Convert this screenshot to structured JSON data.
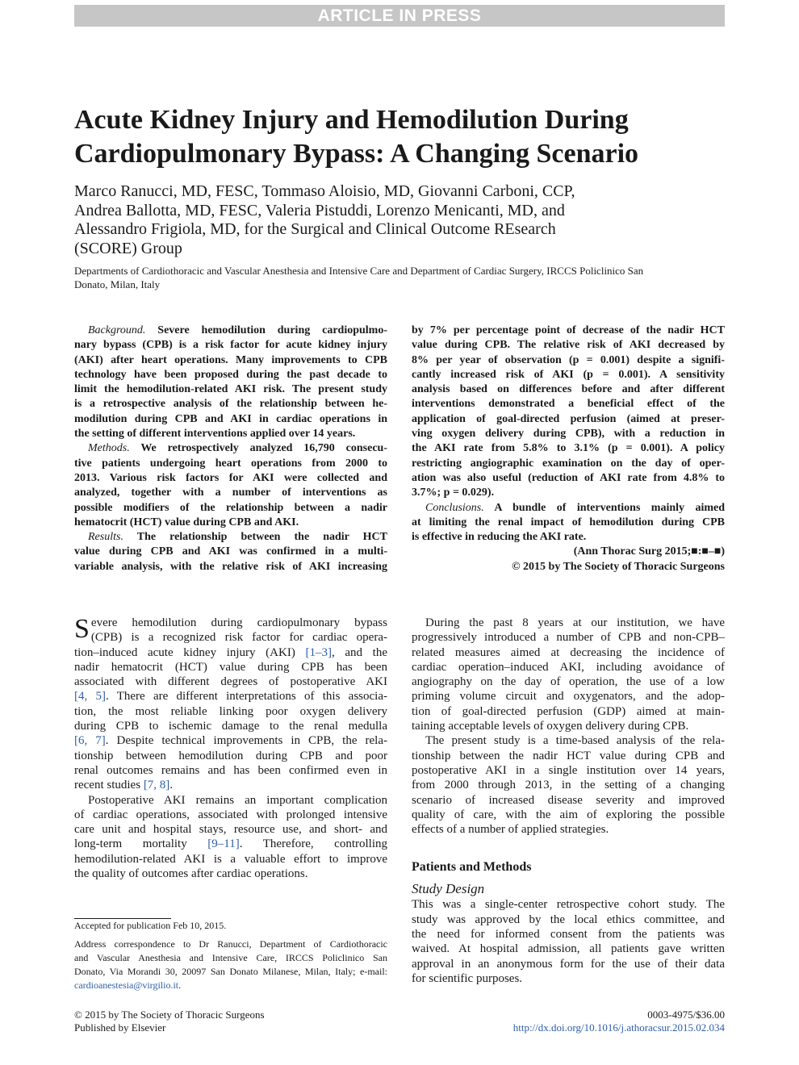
{
  "banner": "ARTICLE IN PRESS",
  "title_lines": [
    "Acute Kidney Injury and Hemodilution During",
    "Cardiopulmonary Bypass: A Changing Scenario"
  ],
  "author_lines": [
    "Marco Ranucci, MD, FESC, Tommaso Aloisio, MD, Giovanni Carboni, CCP,",
    "Andrea Ballotta, MD, FESC, Valeria Pistuddi, Lorenzo Menicanti, MD, and",
    "Alessandro Frigiola, MD, for the Surgical and Clinical Outcome REsearch",
    "(SCORE) Group"
  ],
  "affiliation_lines": [
    "Departments of Cardiothoracic and Vascular Anesthesia and Intensive Care and Department of Cardiac Surgery, IRCCS Policlinico San",
    "Donato, Milan, Italy"
  ],
  "abstract": {
    "left": [
      {
        "label": "Background.",
        "text": " Severe hemodilution during cardiopulmo-",
        "indent": true
      },
      {
        "text": "nary bypass (CPB) is a risk factor for acute kidney injury"
      },
      {
        "text": "(AKI) after heart operations. Many improvements to CPB"
      },
      {
        "text": "technology have been proposed during the past decade to"
      },
      {
        "text": "limit the hemodilution-related AKI risk. The present study"
      },
      {
        "text": "is a retrospective analysis of the relationship between he-"
      },
      {
        "text": "modilution during CPB and AKI in cardiac operations in"
      },
      {
        "text": "the setting of different interventions applied over 14 years.",
        "last": true
      },
      {
        "label": "Methods.",
        "text": " We retrospectively analyzed 16,790 consecu-",
        "indent": true
      },
      {
        "text": "tive patients undergoing heart operations from 2000 to"
      },
      {
        "text": "2013. Various risk factors for AKI were collected and"
      },
      {
        "text": "analyzed, together with a number of interventions as"
      },
      {
        "text": "possible modifiers of the relationship between a nadir"
      },
      {
        "text": "hematocrit (HCT) value during CPB and AKI.",
        "last": true
      },
      {
        "label": "Results.",
        "text": " The relationship between the nadir HCT",
        "indent": true
      },
      {
        "text": "value during CPB and AKI was confirmed in a multi-"
      },
      {
        "text": "variable analysis, with the relative risk of AKI increasing"
      }
    ],
    "right": [
      {
        "text": "by 7% per percentage point of decrease of the nadir HCT"
      },
      {
        "text": "value during CPB. The relative risk of AKI decreased by"
      },
      {
        "text": "8% per year of observation (p = 0.001) despite a signifi-"
      },
      {
        "text": "cantly increased risk of AKI (p = 0.001). A sensitivity"
      },
      {
        "text": "analysis based on differences before and after different"
      },
      {
        "text": "interventions demonstrated a beneficial effect of the"
      },
      {
        "text": "application of goal-directed perfusion (aimed at preser-"
      },
      {
        "text": "ving oxygen delivery during CPB), with a reduction in"
      },
      {
        "text": "the AKI rate from 5.8% to 3.1% (p = 0.001). A policy"
      },
      {
        "text": "restricting angiographic examination on the day of oper-"
      },
      {
        "text": "ation was also useful (reduction of AKI rate from 4.8% to"
      },
      {
        "text": "3.7%; p = 0.029).",
        "last": true
      },
      {
        "label": "Conclusions.",
        "text": " A bundle of interventions mainly aimed",
        "indent": true
      },
      {
        "text": "at limiting the renal impact of hemodilution during CPB"
      },
      {
        "text": "is effective in reducing the AKI rate.",
        "last": true
      },
      {
        "text": "(Ann Thorac Surg 2015;■:■–■)",
        "right": true
      },
      {
        "text": "© 2015 by The Society of Thoracic Surgeons",
        "right": true
      }
    ]
  },
  "body": {
    "dropcap": "S",
    "left": [
      {
        "text": "evere hemodilution during cardiopulmonary bypass"
      },
      {
        "text": "(CPB) is a recognized risk factor for cardiac opera-"
      },
      {
        "text": "tion–induced acute kidney injury (AKI) ",
        "cite": "[1–3]",
        "after": ", and the"
      },
      {
        "text": "nadir hematocrit (HCT) value during CPB has been"
      },
      {
        "text": "associated with different degrees of postoperative AKI"
      },
      {
        "text": "",
        "cite": "[4, 5]",
        "after": ". There are different interpretations of this associa-"
      },
      {
        "text": "tion, the most reliable linking poor oxygen delivery"
      },
      {
        "text": "during CPB to ischemic damage to the renal medulla"
      },
      {
        "text": "",
        "cite": "[6, 7]",
        "after": ". Despite technical improvements in CPB, the rela-"
      },
      {
        "text": "tionship between hemodilution during CPB and poor"
      },
      {
        "text": "renal outcomes remains and has been confirmed even in"
      },
      {
        "text": "recent studies ",
        "cite": "[7, 8]",
        "after": ".",
        "last": true
      },
      {
        "text": "Postoperative AKI remains an important complication",
        "indent": true
      },
      {
        "text": "of cardiac operations, associated with prolonged intensive"
      },
      {
        "text": "care unit and hospital stays, resource use, and short- and"
      },
      {
        "text": "long-term mortality ",
        "cite": "[9–11]",
        "after": ". Therefore, controlling"
      },
      {
        "text": "hemodilution-related AKI is a valuable effort to improve"
      },
      {
        "text": "the quality of outcomes after cardiac operations.",
        "last": true
      }
    ],
    "right": [
      {
        "text": "During the past 8 years at our institution, we have",
        "indent": true
      },
      {
        "text": "progressively introduced a number of CPB and non-CPB–"
      },
      {
        "text": "related measures aimed at decreasing the incidence of"
      },
      {
        "text": "cardiac operation–induced AKI, including avoidance of"
      },
      {
        "text": "angiography on the day of operation, the use of a low"
      },
      {
        "text": "priming volume circuit and oxygenators, and the adop-"
      },
      {
        "text": "tion of goal-directed perfusion (GDP) aimed at main-"
      },
      {
        "text": "taining acceptable levels of oxygen delivery during CPB.",
        "last": true
      },
      {
        "text": "The present study is a time-based analysis of the rela-",
        "indent": true
      },
      {
        "text": "tionship between the nadir HCT value during CPB and"
      },
      {
        "text": "postoperative AKI in a single institution over 14 years,"
      },
      {
        "text": "from 2000 through 2013, in the setting of a changing"
      },
      {
        "text": "scenario of increased disease severity and improved"
      },
      {
        "text": "quality of care, with the aim of exploring the possible"
      },
      {
        "text": "effects of a number of applied strategies.",
        "last": true
      }
    ],
    "section_heading": "Patients and Methods",
    "subsection_heading": "Study Design",
    "right2": [
      {
        "text": "This was a single-center retrospective cohort study. The"
      },
      {
        "text": "study was approved by the local ethics committee, and"
      },
      {
        "text": "the need for informed consent from the patients was"
      },
      {
        "text": "waived. At hospital admission, all patients gave written"
      },
      {
        "text": "approval in an anonymous form for the use of their data"
      },
      {
        "text": "for scientific purposes.",
        "last": true
      }
    ]
  },
  "footnote": {
    "accepted": "Accepted for publication Feb 10, 2015.",
    "address_lines": [
      "Address correspondence to Dr Ranucci, Department of Cardiothoracic",
      "and Vascular Anesthesia and Intensive Care, IRCCS Policlinico San",
      "Donato, Via Morandi 30, 20097 San Donato Milanese, Milan, Italy; e-mail:"
    ],
    "email": "cardioanestesia@virgilio.it",
    "email_after": "."
  },
  "footer": {
    "copyright": "© 2015 by The Society of Thoracic Surgeons",
    "publisher": "Published by Elsevier",
    "price": "0003-4975/$36.00",
    "doi": "http://dx.doi.org/10.1016/j.athoracsur.2015.02.034"
  }
}
